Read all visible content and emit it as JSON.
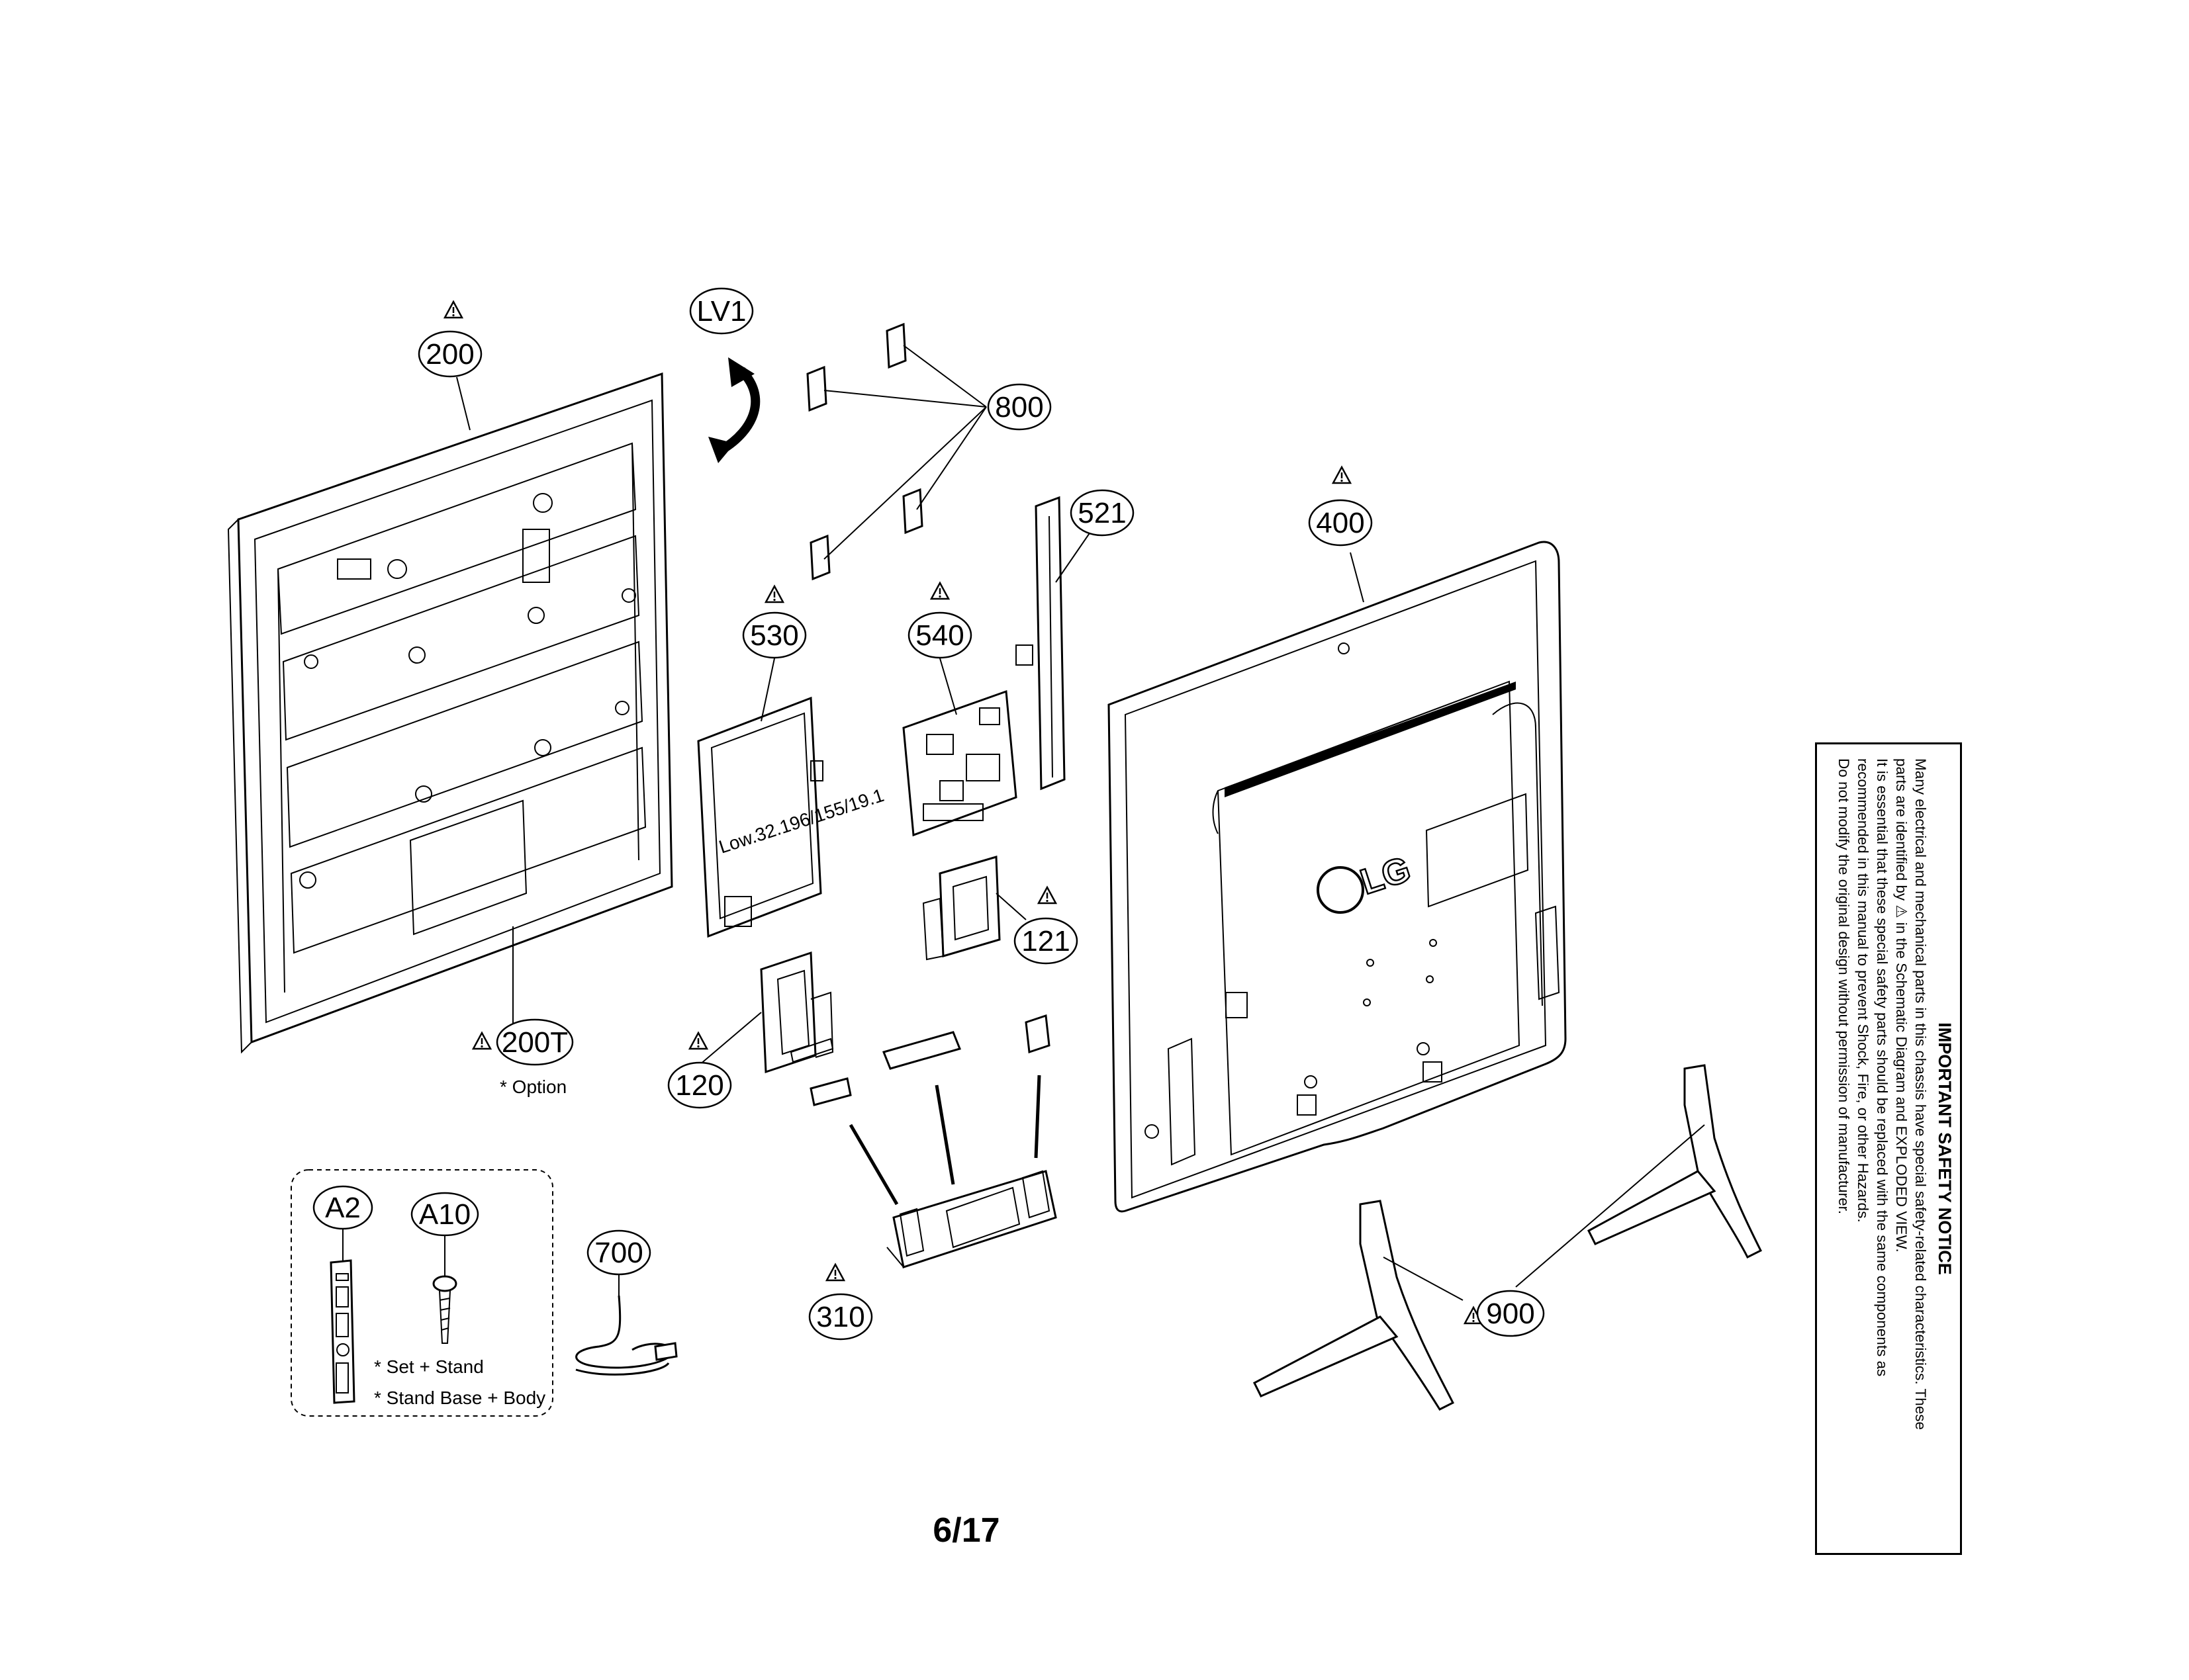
{
  "callouts": {
    "c200": "200",
    "cLV1": "LV1",
    "c800": "800",
    "c521": "521",
    "c400": "400",
    "c530": "530",
    "c540": "540",
    "c200T": "200T",
    "c121": "121",
    "c120": "120",
    "cA2": "A2",
    "cA10": "A10",
    "c700": "700",
    "c310": "310",
    "c900": "900"
  },
  "notes": {
    "option": "* Option",
    "set_stand": "* Set + Stand",
    "stand_base_body": "* Stand Base + Body"
  },
  "part_labels": {
    "power_board": "Low.32.196/155/19.1",
    "brand_logo": "LG"
  },
  "safety_notice": {
    "title": "IMPORTANT SAFETY NOTICE",
    "lines": [
      "Many electrical and mechanical parts in this chassis have special safety-related characteristics. These",
      "parts are identified by ⚠ in the Schematic Diagram and EXPLODED VIEW.",
      "It is essential that these special safety parts should be replaced with the same components as",
      "recommended in this manual to prevent Shock, Fire, or other Hazards.",
      "Do not modify the original design without permission of manufacturer."
    ]
  },
  "page_number": "6/17",
  "icons": [
    "warning-triangle-icon"
  ]
}
